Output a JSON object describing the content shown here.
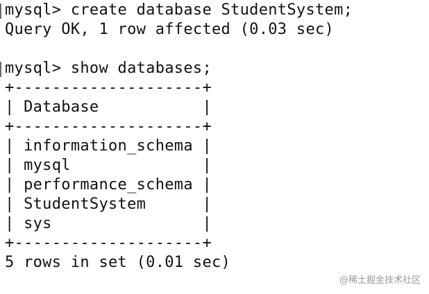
{
  "terminal": {
    "lines": [
      "mysql> create database StudentSystem;",
      "Query OK, 1 row affected (0.03 sec)",
      "",
      "mysql> show databases;",
      "+--------------------+",
      "| Database           |",
      "+--------------------+",
      "| information_schema |",
      "| mysql              |",
      "| performance_schema |",
      "| StudentSystem      |",
      "| sys                |",
      "+--------------------+",
      "5 rows in set (0.01 sec)"
    ]
  },
  "watermark": {
    "text": "@稀土掘金技术社区"
  }
}
